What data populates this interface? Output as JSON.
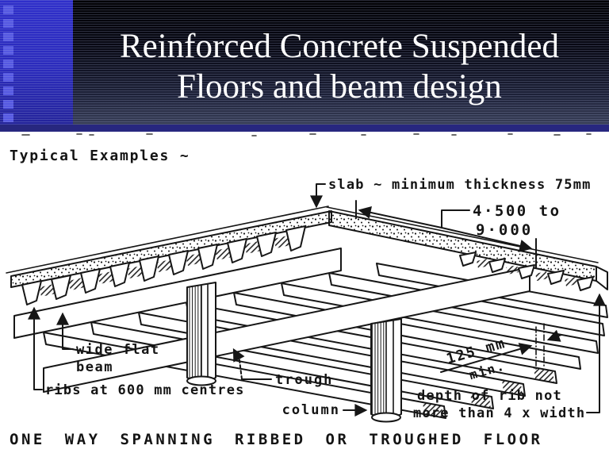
{
  "slide": {
    "title_line1": "Reinforced Concrete Suspended",
    "title_line2": "Floors and beam design"
  },
  "figure": {
    "heading": "Typical Examples ~",
    "caption": "ONE WAY SPANNING RIBBED OR TROUGHED FLOOR",
    "labels": {
      "slab": "slab ~ minimum thickness 75mm",
      "span_range_line1": "4·500 to",
      "span_range_line2": "9·000",
      "beam_line1": "wide flat",
      "beam_line2": "beam",
      "ribs": "ribs at 600 mm centres",
      "trough": "trough",
      "column": "column",
      "rib_width_line1": "125 mm",
      "rib_width_line2": "min.",
      "rib_depth_line1": "depth of rib not",
      "rib_depth_line2": "more than 4 x width"
    }
  },
  "colors": {
    "header_accent": "#2b2bbc",
    "header_bottom_bar": "#27277f",
    "title_text": "#ffffff",
    "ink": "#161616",
    "paper": "#ffffff"
  }
}
